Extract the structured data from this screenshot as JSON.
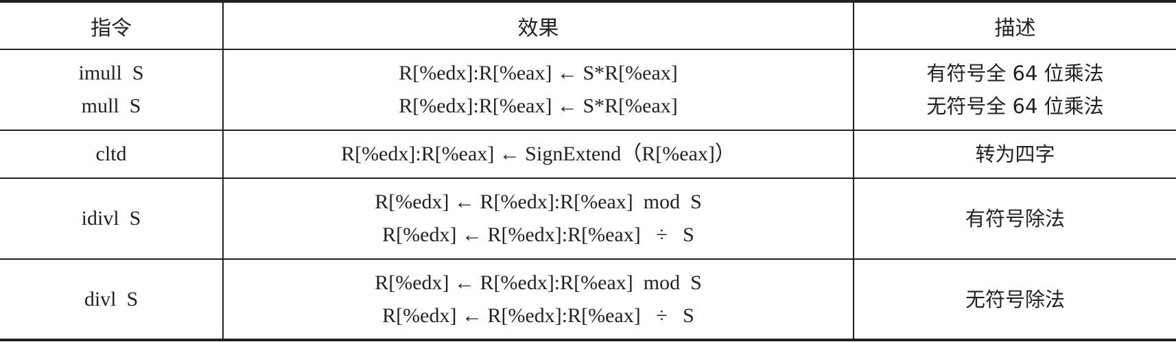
{
  "headers": {
    "instruction": "指令",
    "effect": "效果",
    "description": "描述"
  },
  "rows": [
    {
      "instructions": [
        "imull  S",
        "mull  S"
      ],
      "effects": [
        "R[%edx]:R[%eax] ← S*R[%eax]",
        "R[%edx]:R[%eax] ← S*R[%eax]"
      ],
      "descriptions": [
        "有符号全 64 位乘法",
        "无符号全 64 位乘法"
      ]
    },
    {
      "instructions": [
        "cltd"
      ],
      "effects": [
        "R[%edx]:R[%eax] ← SignExtend（R[%eax]）"
      ],
      "descriptions": [
        "转为四字"
      ]
    },
    {
      "instructions": [
        "idivl  S"
      ],
      "effects": [
        "R[%edx] ← R[%edx]:R[%eax]  mod  S",
        "R[%edx] ← R[%edx]:R[%eax]   ÷   S"
      ],
      "descriptions": [
        "有符号除法"
      ]
    },
    {
      "instructions": [
        "divl  S"
      ],
      "effects": [
        "R[%edx] ← R[%edx]:R[%eax]  mod  S",
        "R[%edx] ← R[%edx]:R[%eax]   ÷   S"
      ],
      "descriptions": [
        "无符号除法"
      ]
    }
  ]
}
